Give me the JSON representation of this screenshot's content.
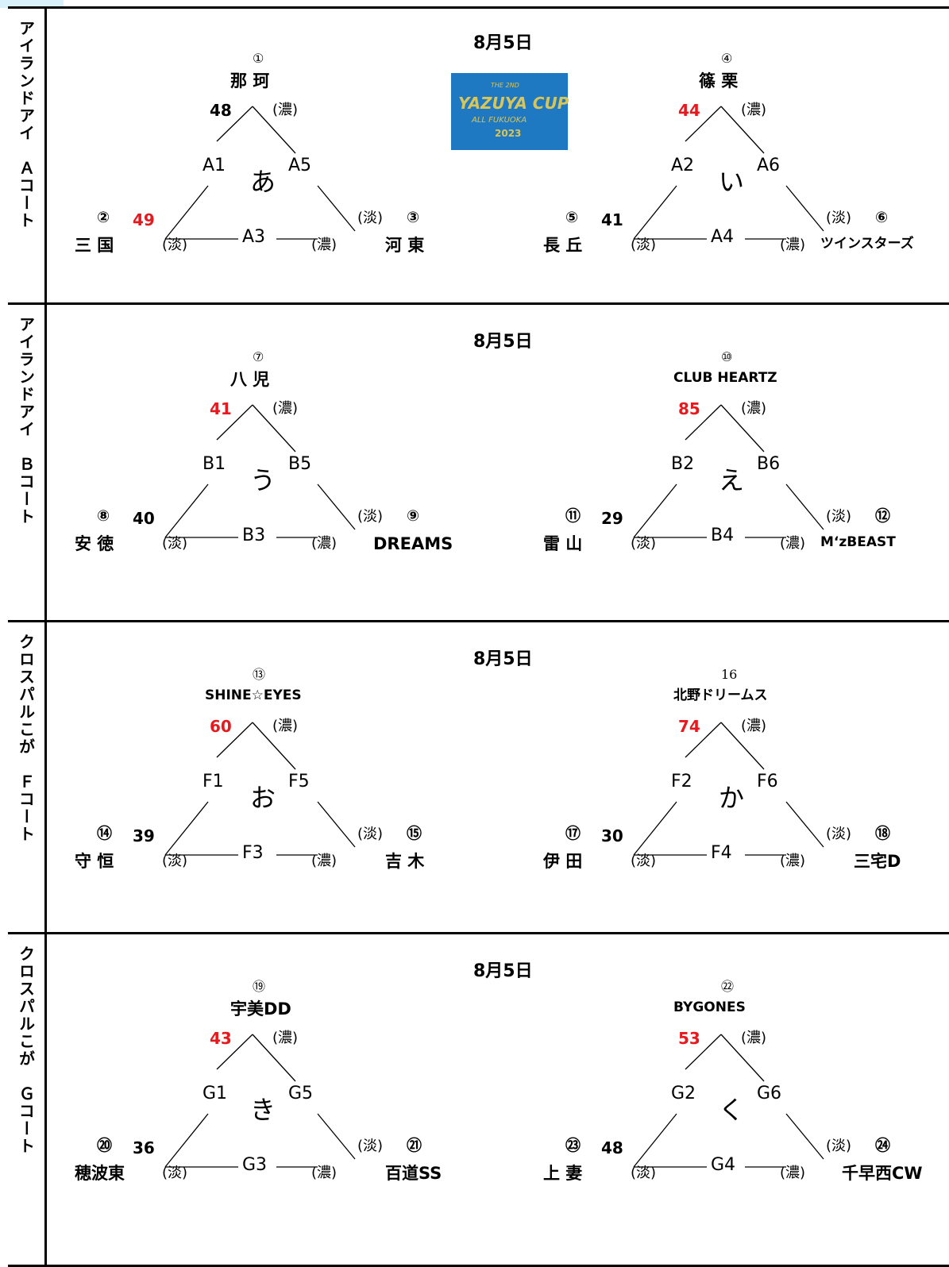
{
  "courts": [
    {
      "side_label": "アイランドアイ　Ａコート",
      "date": "8月5日",
      "groups": [
        {
          "center": "あ",
          "top": {
            "num": "①",
            "name": "那 珂",
            "score": "48",
            "score_red": false
          },
          "left": {
            "num": "②",
            "name": "三 国",
            "score": "49",
            "score_red": true
          },
          "right": {
            "num": "③",
            "name": "河 東"
          },
          "slots": [
            "A1",
            "A5",
            "A3"
          ],
          "dark": "(濃)",
          "light": "(淡)"
        },
        {
          "center": "い",
          "top": {
            "num": "④",
            "name": "篠 栗",
            "score": "44",
            "score_red": true
          },
          "left": {
            "num": "⑤",
            "name": "長 丘",
            "score": "41",
            "score_red": false
          },
          "right": {
            "num": "⑥",
            "name": "ツインスターズ"
          },
          "slots": [
            "A2",
            "A6",
            "A4"
          ],
          "dark": "(濃)",
          "light": "(淡)"
        }
      ]
    },
    {
      "side_label": "アイランドアイ　Ｂコート",
      "date": "8月5日",
      "groups": [
        {
          "center": "う",
          "top": {
            "num": "⑦",
            "name": "八 児",
            "score": "41",
            "score_red": true
          },
          "left": {
            "num": "⑧",
            "name": "安 徳",
            "score": "40",
            "score_red": false
          },
          "right": {
            "num": "⑨",
            "name": "DREAMS"
          },
          "slots": [
            "B1",
            "B5",
            "B3"
          ],
          "dark": "(濃)",
          "light": "(淡)"
        },
        {
          "center": "え",
          "top": {
            "num": "⑩",
            "name": "CLUB HEARTZ",
            "score": "85",
            "score_red": true
          },
          "left": {
            "num": "⑪",
            "name": "雷 山",
            "score": "29",
            "score_red": false
          },
          "right": {
            "num": "⑫",
            "name": "M‘zBEAST"
          },
          "slots": [
            "B2",
            "B6",
            "B4"
          ],
          "dark": "(濃)",
          "light": "(淡)"
        }
      ]
    },
    {
      "side_label": "クロスパルこが　Ｆコート",
      "date": "8月5日",
      "groups": [
        {
          "center": "お",
          "top": {
            "num": "⑬",
            "name": "SHINE☆EYES",
            "score": "60",
            "score_red": true
          },
          "left": {
            "num": "⑭",
            "name": "守 恒",
            "score": "39",
            "score_red": false
          },
          "right": {
            "num": "⑮",
            "name": "吉 木"
          },
          "slots": [
            "F1",
            "F5",
            "F3"
          ],
          "dark": "(濃)",
          "light": "(淡)"
        },
        {
          "center": "か",
          "top": {
            "num": "16",
            "name": "北野ドリームス",
            "score": "74",
            "score_red": true
          },
          "left": {
            "num": "⑰",
            "name": "伊 田",
            "score": "30",
            "score_red": false
          },
          "right": {
            "num": "⑱",
            "name": "三宅D"
          },
          "slots": [
            "F2",
            "F6",
            "F4"
          ],
          "dark": "(濃)",
          "light": "(淡)"
        }
      ]
    },
    {
      "side_label": "クロスパルこが　Ｇコート",
      "date": "8月5日",
      "groups": [
        {
          "center": "き",
          "top": {
            "num": "⑲",
            "name": "宇美DD",
            "score": "43",
            "score_red": true
          },
          "left": {
            "num": "⑳",
            "name": "穂波東",
            "score": "36",
            "score_red": false
          },
          "right": {
            "num": "㉑",
            "name": "百道SS"
          },
          "slots": [
            "G1",
            "G5",
            "G3"
          ],
          "dark": "(濃)",
          "light": "(淡)"
        },
        {
          "center": "く",
          "top": {
            "num": "㉒",
            "name": "BYGONES",
            "score": "53",
            "score_red": true
          },
          "left": {
            "num": "㉓",
            "name": "上 妻",
            "score": "48",
            "score_red": false
          },
          "right": {
            "num": "㉔",
            "name": "千早西CW"
          },
          "slots": [
            "G2",
            "G6",
            "G4"
          ],
          "dark": "(濃)",
          "light": "(淡)"
        }
      ]
    }
  ],
  "logo": {
    "line1": "THE 2ND",
    "line2": "YAZUYA CUP",
    "line3": "ALL FUKUOKA",
    "line4": "2023"
  },
  "colors": {
    "score_red": "#e6191e",
    "logo_bg": "#1e78c2",
    "logo_gold": "#d8c55a"
  }
}
